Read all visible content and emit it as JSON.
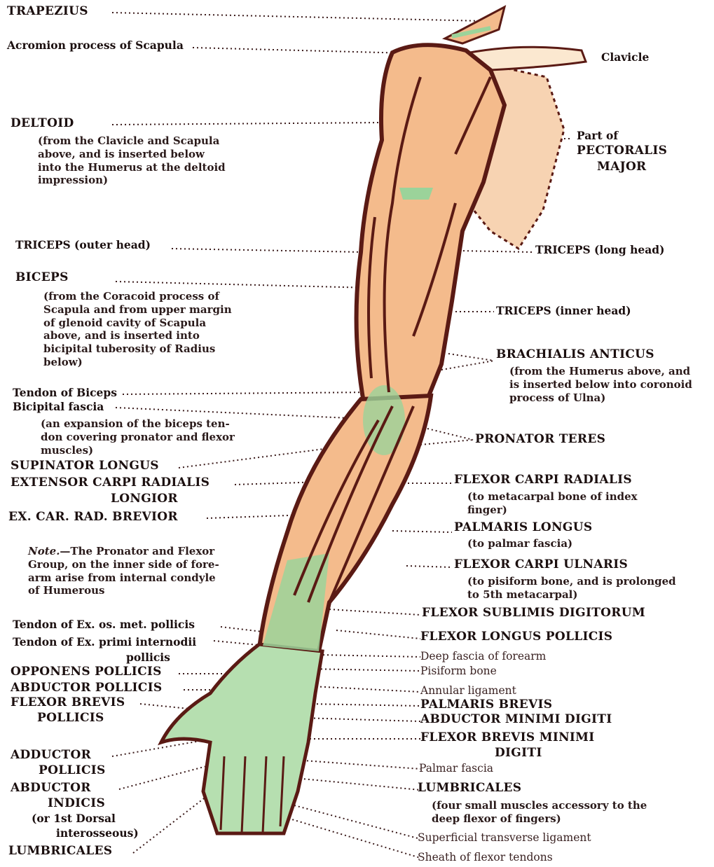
{
  "colors": {
    "muscle": "#f4bb8c",
    "muscle_light": "#f7cfa8",
    "tendon": "#9bd39a",
    "outline": "#5a1a14",
    "leader": "#3a1a1a"
  },
  "left": {
    "trapezius": "TRAPEZIUS",
    "acromion": "Acromion process of Scapula",
    "deltoid": "DELTOID",
    "deltoid_desc": [
      "(from the Clavicle and Scapula",
      "above, and is inserted below",
      "into the Humerus at the deltoid",
      "impression)"
    ],
    "triceps_outer": "TRICEPS (outer head)",
    "biceps": "BICEPS",
    "biceps_desc": [
      "(from the Coracoid process of",
      "Scapula and from upper margin",
      "of glenoid cavity of Scapula",
      "above, and is inserted into",
      "bicipital tuberosity of Radius",
      "below)"
    ],
    "tendon_biceps": "Tendon of Biceps",
    "bicipital_fascia": "Bicipital fascia",
    "bicipital_fascia_desc": [
      "(an expansion of the biceps ten-",
      "don covering pronator and flexor",
      "muscles)"
    ],
    "supinator": "SUPINATOR LONGUS",
    "ext_carpi_1": "EXTENSOR CARPI RADIALIS",
    "ext_carpi_2": "LONGIOR",
    "ex_car_rad": "EX. CAR. RAD. BREVIOR",
    "note_head": "Note.",
    "note_lines": [
      "—The Pronator and Flexor",
      "Group, on the inner side of fore-",
      "arm arise from internal condyle",
      "of Humerous"
    ],
    "tendon_ex_os": "Tendon of Ex. os. met. pollicis",
    "tendon_ex_primi_1": "Tendon of Ex. primi internodii",
    "tendon_ex_primi_2": "pollicis",
    "opponens": "OPPONENS POLLICIS",
    "abductor_pollicis": "ABDUCTOR POLLICIS",
    "flexor_brevis_1": "FLEXOR BREVIS",
    "flexor_brevis_2": "POLLICIS",
    "adductor_1": "ADDUCTOR",
    "adductor_2": "POLLICIS",
    "abductor_indicis_1": "ABDUCTOR",
    "abductor_indicis_2": "INDICIS",
    "abductor_indicis_3": "(or 1st Dorsal",
    "abductor_indicis_4": "interosseous)",
    "lumbricales": "LUMBRICALES"
  },
  "right": {
    "clavicle": "Clavicle",
    "pectoralis_1": "Part of",
    "pectoralis_2": "PECTORALIS",
    "pectoralis_3": "MAJOR",
    "triceps_long": "TRICEPS (long head)",
    "triceps_inner": "TRICEPS (inner head)",
    "brachialis": "BRACHIALIS ANTICUS",
    "brachialis_desc": [
      "(from the Humerus above, and",
      "is inserted below into coronoid",
      "process of Ulna)"
    ],
    "pronator": "PRONATOR TERES",
    "fcr": "FLEXOR CARPI RADIALIS",
    "fcr_desc": [
      "(to metacarpal bone of index",
      "finger)"
    ],
    "palmaris_longus": "PALMARIS LONGUS",
    "palmaris_longus_desc": "(to palmar fascia)",
    "fcu": "FLEXOR CARPI ULNARIS",
    "fcu_desc": [
      "(to pisiform bone, and is prolonged",
      "to 5th metacarpal)"
    ],
    "fsd": "FLEXOR SUBLIMIS DIGITORUM",
    "flp": "FLEXOR LONGUS POLLICIS",
    "deep_fascia": "Deep fascia of forearm",
    "pisiform": "Pisiform bone",
    "annular": "Annular ligament",
    "palmaris_brevis": "PALMARIS BREVIS",
    "abductor_minimi": "ABDUCTOR MINIMI DIGITI",
    "flexor_brevis_minimi_1": "FLEXOR BREVIS MINIMI",
    "flexor_brevis_minimi_2": "DIGITI",
    "palmar_fascia": "Palmar fascia",
    "lumbricales": "LUMBRICALES",
    "lumbricales_desc": [
      "(four small muscles accessory to the",
      "deep flexor of fingers)"
    ],
    "superficial": "Superficial transverse ligament",
    "sheath": "Sheath of flexor tendons"
  }
}
